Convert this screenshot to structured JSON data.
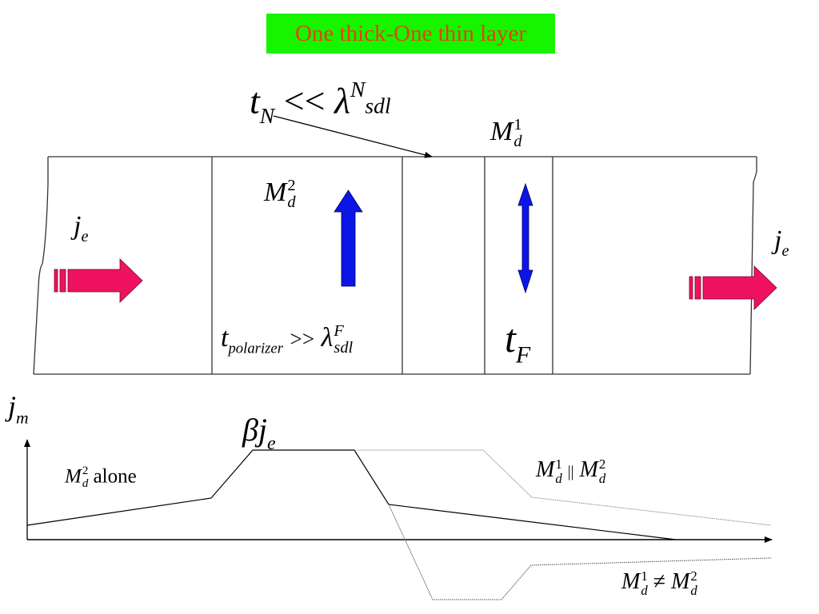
{
  "title": "One thick-One thin layer",
  "colors": {
    "title_bg": "#17f400",
    "title_text": "#e0440a",
    "current_arrow": "#ee1260",
    "magnetization_arrow": "#0b16e6",
    "outline": "#000000",
    "dotted_curve": "#9a9a9a"
  },
  "labels": {
    "tN_condition": {
      "base": "t",
      "sub": "N",
      "op": "<<",
      "lambda": "λ",
      "sup": "N",
      "sub2": "sdl"
    },
    "Md1_top": {
      "base": "M",
      "sub": "d",
      "sup": "1"
    },
    "Md2_layer": {
      "base": "M",
      "sub": "d",
      "sup": "2"
    },
    "je_left": {
      "base": "j",
      "sub": "e"
    },
    "je_right": {
      "base": "j",
      "sub": "e"
    },
    "tpolarizer_condition": {
      "base": "t",
      "sub": "polarizer",
      "op": ">>",
      "lambda": "λ",
      "sup": "F",
      "sub2": "sdl"
    },
    "tF": {
      "base": "t",
      "sub": "F"
    }
  },
  "graph": {
    "y_axis_label": {
      "base": "j",
      "sub": "m"
    },
    "peak_label": {
      "beta": "β",
      "base": "j",
      "sub": "e"
    },
    "alone_label": {
      "base": "M",
      "sub": "d",
      "sup": "2",
      "text": "alone"
    },
    "parallel_label": {
      "m1": "M",
      "sub1": "d",
      "sup1": "1",
      "op": "||",
      "m2": "M",
      "sub2": "d",
      "sup2": "2"
    },
    "antiparallel_label": {
      "m1": "M",
      "sub1": "d",
      "sup1": "1",
      "op": "≠",
      "m2": "M",
      "sub2": "d",
      "sup2": "2"
    },
    "curves": [
      {
        "name": "M_d^2 alone",
        "style": "solid"
      },
      {
        "name": "M_d^1 || M_d^2",
        "style": "dotted"
      },
      {
        "name": "M_d^1 ≠ M_d^2",
        "style": "dotted"
      }
    ]
  }
}
